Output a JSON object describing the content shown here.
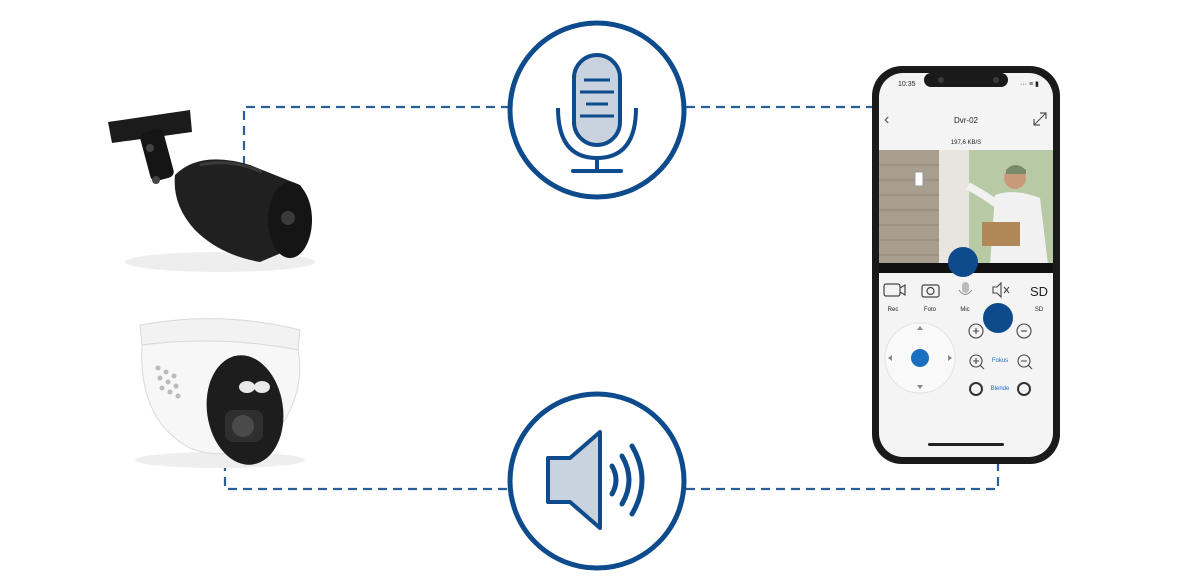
{
  "colors": {
    "accent": "#0e4b8c",
    "dash": "#2b5f98",
    "icon_fill": "#c9d3e0",
    "phone_body": "#1a1a1a",
    "screen_bg": "#f4f4f4",
    "control_blue": "#1b6fc1"
  },
  "icons": {
    "microphone": "microphone-icon",
    "speaker": "speaker-icon",
    "bullet_camera": "bullet-camera",
    "dome_camera": "dome-camera"
  },
  "phone": {
    "status_time": "10:35",
    "status_icons": "··· ≡ ▮",
    "camera_name": "Dvr-02",
    "bitrate": "197,6 KB/S",
    "toolbar": [
      {
        "label": "Rec",
        "icon": "record-icon"
      },
      {
        "label": "Foto",
        "icon": "camera-icon"
      },
      {
        "label": "Mic",
        "icon": "mic-icon"
      },
      {
        "label": "",
        "icon": "mute-icon"
      },
      {
        "label": "SD",
        "icon": "sd-icon"
      }
    ],
    "sd_text": "SD",
    "ptz": {
      "fokus_label": "Fokus",
      "blende_label": "Blende"
    }
  }
}
